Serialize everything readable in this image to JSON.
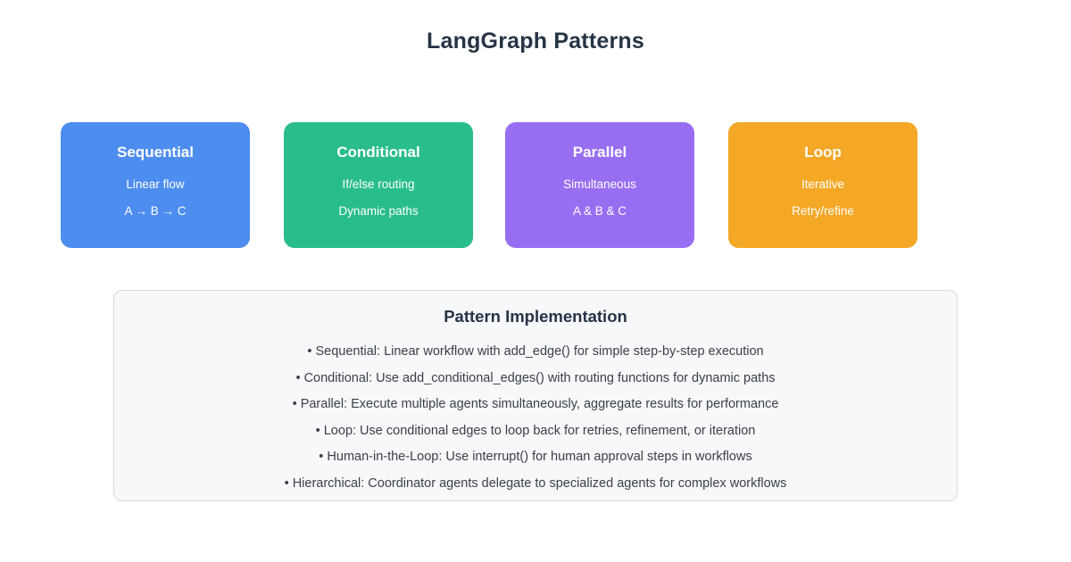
{
  "page": {
    "title": "LangGraph Patterns",
    "background": "#ffffff",
    "title_color": "#263445"
  },
  "cards": [
    {
      "title": "Sequential",
      "line1": "Linear flow",
      "line2": "A → B → C",
      "color": "#4d8df0"
    },
    {
      "title": "Conditional",
      "line1": "If/else routing",
      "line2": "Dynamic paths",
      "color": "#29bd8a"
    },
    {
      "title": "Parallel",
      "line1": "Simultaneous",
      "line2": "A & B & C",
      "color": "#976ef2"
    },
    {
      "title": "Loop",
      "line1": "Iterative",
      "line2": "Retry/refine",
      "color": "#f4a826"
    }
  ],
  "implementation": {
    "title": "Pattern Implementation",
    "background": "#f7f8fa",
    "border_color": "#d5d9e0",
    "text_color": "#3a3f47",
    "bullets": [
      "• Sequential: Linear workflow with add_edge() for simple step-by-step execution",
      "• Conditional: Use add_conditional_edges() with routing functions for dynamic paths",
      "• Parallel: Execute multiple agents simultaneously, aggregate results for performance",
      "• Loop: Use conditional edges to loop back for retries, refinement, or iteration",
      "• Human-in-the-Loop: Use interrupt() for human approval steps in workflows",
      "• Hierarchical: Coordinator agents delegate to specialized agents for complex workflows"
    ]
  }
}
